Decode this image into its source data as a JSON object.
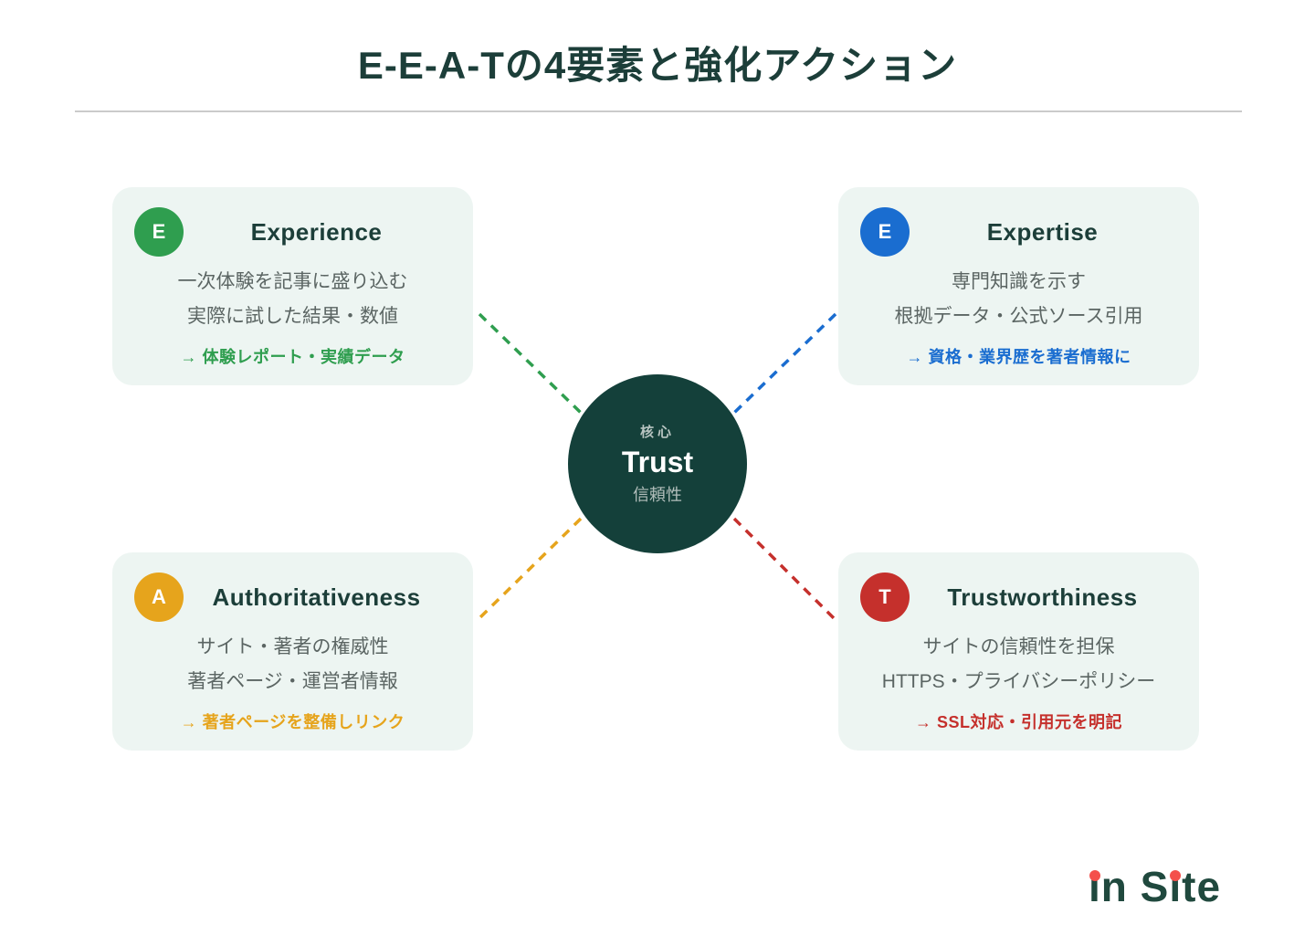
{
  "title": "E-E-A-Tの4要素と強化アクション",
  "colors": {
    "title": "#1c3e39",
    "card_bg": "#edf5f2",
    "body_text": "#5b6563",
    "divider": "#cbcbcb"
  },
  "cards": [
    {
      "id": "experience",
      "badge": "E",
      "title": "Experience",
      "lines": [
        "一次体験を記事に盛り込む",
        "実際に試した結果・数値"
      ],
      "action": "→ 体験レポート・実績データ",
      "color": "#2f9e4f"
    },
    {
      "id": "expertise",
      "badge": "E",
      "title": "Expertise",
      "lines": [
        "専門知識を示す",
        "根拠データ・公式ソース引用"
      ],
      "action": "→ 資格・業界歴を著者情報に",
      "color": "#1a6dd0"
    },
    {
      "id": "authoritativeness",
      "badge": "A",
      "title": "Authoritativeness",
      "lines": [
        "サイト・著者の権威性",
        "著者ページ・運営者情報"
      ],
      "action": "→ 著者ページを整備しリンク",
      "color": "#e6a41c"
    },
    {
      "id": "trustworthiness",
      "badge": "T",
      "title": "Trustworthiness",
      "lines": [
        "サイトの信頼性を担保",
        "HTTPS・プライバシーポリシー"
      ],
      "action": "→ SSL対応・引用元を明記",
      "color": "#c5302c"
    }
  ],
  "center": {
    "label_top": "核心",
    "label_main": "Trust",
    "label_bottom": "信頼性",
    "bg_color": "#14403a"
  },
  "logo": {
    "text": "in Site",
    "color": "#20493e",
    "dot_color": "#f4504b"
  }
}
